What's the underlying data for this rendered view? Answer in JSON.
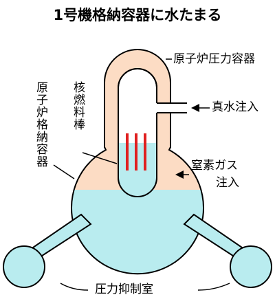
{
  "title": "1号機格納容器に水たまる",
  "labels": {
    "rpv": "原子炉圧力容器",
    "fuel_rods": "核燃料棒",
    "containment": "原子炉格納容器",
    "fresh_water": "真水注入",
    "nitrogen_line1": "窒素ガス",
    "nitrogen_line2": "注入",
    "suppression": "圧力抑制室"
  },
  "colors": {
    "containment_fill": "#fcdcc4",
    "water": "#b9ecef",
    "fuel_rod": "#e02020",
    "outline": "#000000"
  }
}
